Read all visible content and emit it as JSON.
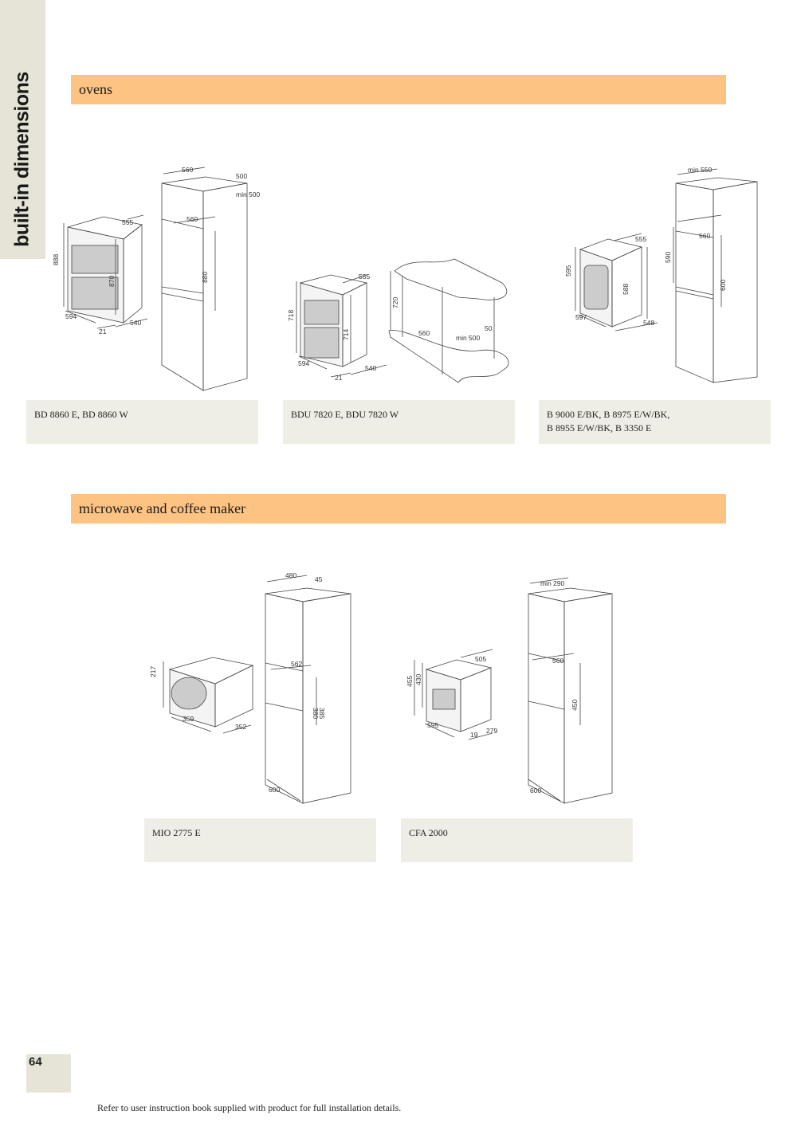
{
  "side_tab": {
    "title": "built-in dimensions"
  },
  "sections": {
    "ovens": {
      "title": "ovens"
    },
    "micro": {
      "title": "microwave and coffee maker"
    }
  },
  "captions": {
    "c1": "BD 8860 E, BD 8860 W",
    "c2": "BDU 7820 E, BDU 7820 W",
    "c3_line1": "B 9000 E/BK, B 8975 E/W/BK,",
    "c3_line2": "B 8955 E/W/BK, B 3350 E",
    "c4": "MIO 2775 E",
    "c5": "CFA 2000"
  },
  "dims": {
    "d1": {
      "w": "555",
      "h": "888",
      "h2": "870",
      "depth": "594",
      "gap": "21",
      "d": "540",
      "col_w": "560",
      "col_d1": "500",
      "col_d2": "min 500",
      "col_w2": "560",
      "col_h": "880"
    },
    "d2": {
      "w": "555",
      "h": "718",
      "h2": "714",
      "depth": "594",
      "gap": "21",
      "d": "540",
      "ch": "720",
      "cw": "560",
      "cd": "min 500",
      "c50": "50"
    },
    "d3": {
      "w": "555",
      "h": "595",
      "h2": "588",
      "depth": "597",
      "d": "548",
      "col_w": "min 550",
      "col_w2": "560",
      "col_h": "590",
      "col_h2": "600"
    },
    "d4": {
      "w": "359",
      "h": "217",
      "d": "352",
      "col_w": "480",
      "col_g": "45",
      "col_w2": "562",
      "col_h": "380",
      "col_h2": "385",
      "col_d": "600"
    },
    "d5": {
      "w": "505",
      "h": "455",
      "h2": "430",
      "depth": "595",
      "gap": "19",
      "d": "279",
      "col_w": "min 290",
      "col_w2": "560",
      "col_h": "450",
      "col_d": "600"
    }
  },
  "page": {
    "number": "64"
  },
  "footer": {
    "note": "Refer to user instruction book supplied with product for full installation details."
  }
}
